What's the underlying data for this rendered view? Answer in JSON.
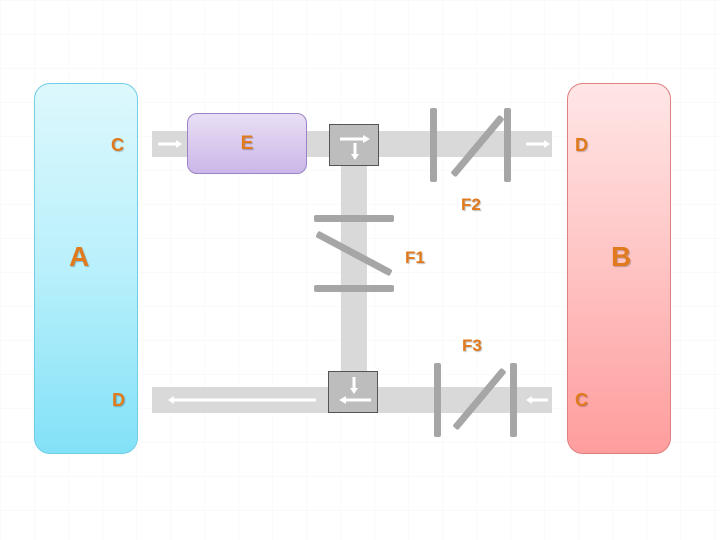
{
  "diagram": {
    "panel_a": {
      "label": "A",
      "port_top": "C",
      "port_bottom": "D"
    },
    "panel_b": {
      "label": "B",
      "port_top": "D",
      "port_bottom": "C"
    },
    "box_e": {
      "label": "E"
    },
    "filters": {
      "f1": "F1",
      "f2": "F2",
      "f3": "F3"
    },
    "colors": {
      "label_orange": "#e07a1c",
      "beam_gray": "#d9d9d9",
      "panel_a_blue": "#b9f0fb",
      "panel_b_red": "#ffc3c3",
      "box_e_purple": "#cbb7e8"
    }
  }
}
